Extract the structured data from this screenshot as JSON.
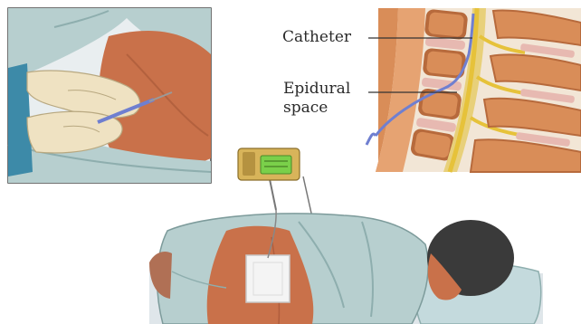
{
  "labels": {
    "catheter": "Catheter",
    "epidural_line1": "Epidural",
    "epidural_line2": "space"
  },
  "colors": {
    "skin": "#c9714a",
    "skin_shadow": "#a55637",
    "gown": "#b7cfcf",
    "gown_shadow": "#8eaeae",
    "glove": "#efe2c2",
    "bone": "#d98d58",
    "bone_dark": "#b76a3c",
    "disc": "#e7b9b1",
    "nerve": "#e6c23a",
    "fat": "#e8d07a",
    "catheter": "#6f7fd0",
    "pump_body": "#d8b45a",
    "pump_screen": "#7ad04a",
    "hair": "#3a3a3a",
    "pillow": "#c4dadd",
    "frame": "#444444"
  },
  "icons": {
    "inset": "needle-insertion-illustration",
    "spine": "spine-cross-section-illustration",
    "pump": "infusion-pump-icon",
    "patient": "patient-lying-illustration"
  }
}
